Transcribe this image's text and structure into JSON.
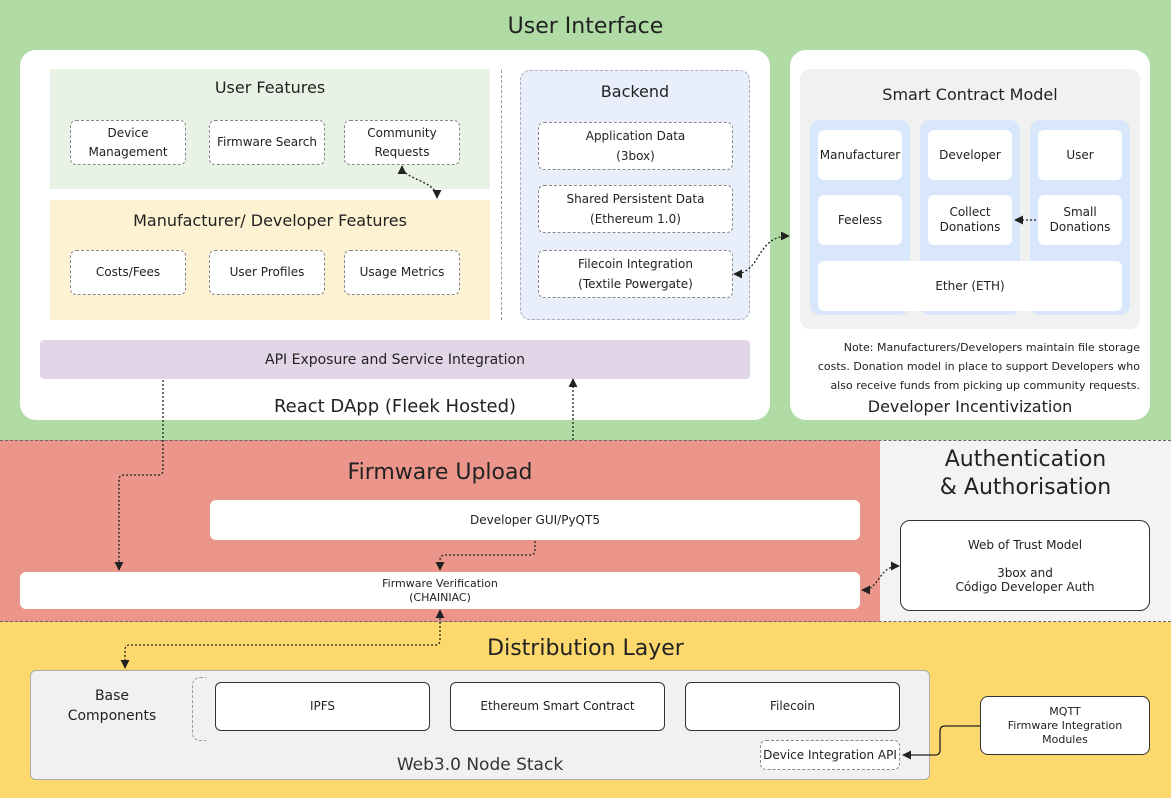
{
  "layers": {
    "user_interface": "User Interface",
    "firmware_upload": "Firmware Upload",
    "auth": "Authentication\n& Authorisation",
    "distribution": "Distribution Layer"
  },
  "react_dapp": {
    "caption": "React DApp (Fleek Hosted)",
    "user_features": {
      "title": "User Features",
      "items": [
        "Device\nManagement",
        "Firmware Search",
        "Community\nRequests"
      ]
    },
    "manufacturer_features": {
      "title": "Manufacturer/ Developer Features",
      "items": [
        "Costs/Fees",
        "User Profiles",
        "Usage Metrics"
      ]
    },
    "backend": {
      "title": "Backend",
      "items": [
        "Application Data\n(3box)",
        "Shared Persistent Data\n(Ethereum 1.0)",
        "Filecoin Integration\n(Textile Powergate)"
      ]
    },
    "api": "API Exposure and Service Integration"
  },
  "developer_incentivization": {
    "caption": "Developer Incentivization",
    "smart_contract": {
      "title": "Smart Contract Model",
      "manufacturer": "Manufacturer",
      "developer": "Developer",
      "user": "User",
      "feeless": "Feeless",
      "collect": "Collect\nDonations",
      "small": "Small\nDonations",
      "ether": "Ether (ETH)"
    },
    "note": "Note: Manufacturers/Developers maintain file storage\ncosts. Donation model in place to support Developers who\nalso receive funds from picking up community requests."
  },
  "firmware": {
    "gui": "Developer GUI/PyQT5",
    "verification": "Firmware Verification\n(CHAINIAC)"
  },
  "auth": {
    "web_of_trust": "Web of Trust Model\n\n3box and\nCódigo Developer Auth"
  },
  "distribution": {
    "base_components": "Base\nComponents",
    "components": [
      "IPFS",
      "Ethereum Smart Contract",
      "Filecoin"
    ],
    "device_api": "Device Integration API",
    "stack_caption": "Web3.0 Node Stack",
    "mqtt": "MQTT\nFirmware Integration\nModules"
  }
}
